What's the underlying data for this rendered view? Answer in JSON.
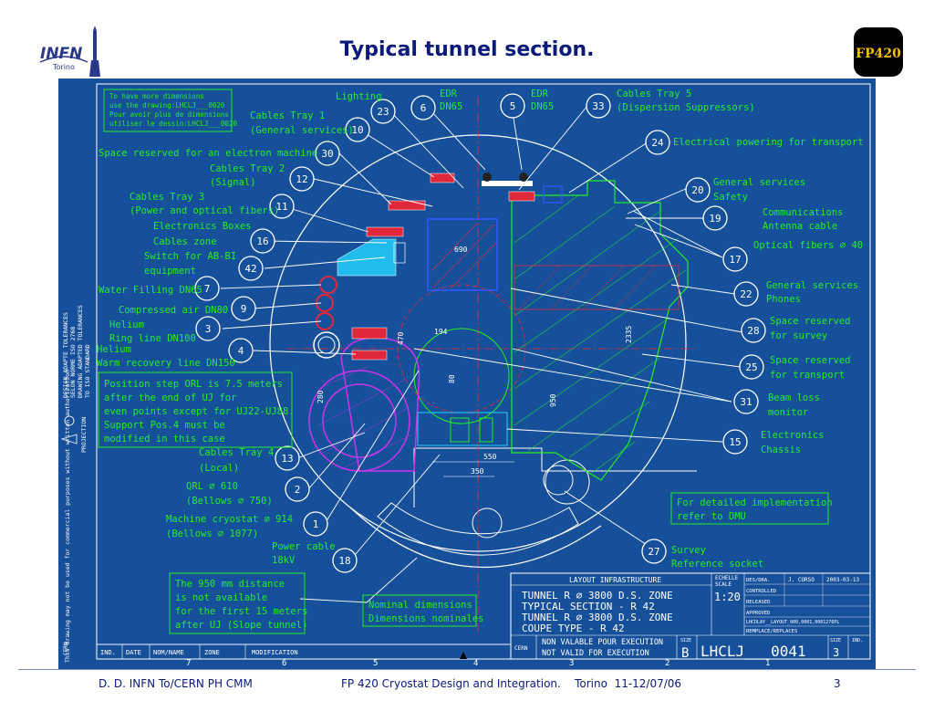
{
  "slide": {
    "title": "Typical tunnel section.",
    "footer_left": "D. D. INFN To/CERN PH CMM",
    "footer_center": "FP 420 Cryostat Design and Integration.    Torino  11-12/07/06",
    "page_number": "3"
  },
  "logos": {
    "infn_text": "INFN",
    "infn_sub": "Torino",
    "fp420_text": "FP420"
  },
  "notes": {
    "top_left": [
      "To have more dimensions",
      "use the drawing:LHCLJ___0020",
      "Pour avoir plus de dimensions",
      "utiliser le dessin:LHCLJ___0020"
    ],
    "position_step": [
      "Position step ORL is 7.5 meters",
      "after the end of UJ for",
      "even points except for UJ22-UJ88.",
      "Support Pos.4 must be",
      "modified in this case"
    ],
    "distance": [
      "The 950 mm distance",
      "is not available",
      "for the first 15 meters",
      "after UJ (Slope tunnel)"
    ],
    "nominal": [
      "Nominal dimensions",
      "Dimensions nominales"
    ],
    "dmu": [
      "For detailed implementation",
      "refer to DMU"
    ]
  },
  "labels": {
    "lighting": "Lighting",
    "edr6": [
      "EDR",
      "DN65"
    ],
    "edr5": [
      "EDR",
      "DN65"
    ],
    "tray5": [
      "Cables Tray 5",
      "(Dispersion Suppressors)"
    ],
    "tray1": [
      "Cables Tray 1",
      "(General services)"
    ],
    "electron": "Space reserved for an electron machine",
    "electrical": "Electrical powering for transport",
    "tray2": [
      "Cables Tray 2",
      "(Signal)"
    ],
    "general_safety": [
      "General services",
      "Safety"
    ],
    "tray3": [
      "Cables Tray 3",
      "(Power and optical fibers)"
    ],
    "communications": [
      "Communications",
      "Antenna cable"
    ],
    "electronics": [
      "Electronics Boxes",
      "Cables zone"
    ],
    "optical": "Optical fibers ∅ 40",
    "switch": [
      "Switch for AB-BI",
      "equipment"
    ],
    "water": "Water Filling DN65",
    "phones": [
      "General services",
      "Phones"
    ],
    "compressed": "Compressed air DN80",
    "helium_ring": [
      "Helium",
      "Ring line DN100"
    ],
    "survey_space": [
      "Space reserved",
      "for survey"
    ],
    "helium_warm": [
      "Helium",
      "Warm recovery line DN150"
    ],
    "transport_space": [
      "Space reserved",
      "for transport"
    ],
    "beam_loss": [
      "Beam loss",
      "monitor"
    ],
    "chassis": [
      "Electronics",
      "Chassis"
    ],
    "tray4": [
      "Cables Tray 4",
      "(Local)"
    ],
    "qrl": [
      "QRL ∅ 610",
      "(Bellows ∅ 750)"
    ],
    "cryostat": [
      "Machine cryostat ∅ 914",
      "(Bellows ∅ 1077)"
    ],
    "power_cable": [
      "Power cable",
      "18kV"
    ],
    "survey_socket": [
      "Survey",
      "Reference socket"
    ]
  },
  "callouts": [
    "23",
    "6",
    "5",
    "33",
    "10",
    "24",
    "30",
    "12",
    "20",
    "11",
    "19",
    "16",
    "17",
    "42",
    "7",
    "22",
    "9",
    "3",
    "28",
    "4",
    "25",
    "31",
    "15",
    "13",
    "2",
    "1",
    "18",
    "27"
  ],
  "dimensions": [
    "690",
    "470",
    "194",
    "2335",
    "80",
    "950",
    "280",
    "550",
    "350"
  ],
  "title_block": {
    "infrastructure": "LAYOUT INFRASTRUCTURE",
    "scale_label": [
      "ECHELLE",
      "SCALE"
    ],
    "scale": "1:20",
    "roles": [
      "DES/DRA.",
      "CONTROLLED",
      "RELEASED",
      "APPROVED",
      "REMPLACE/REPLACES"
    ],
    "author": "J. CORSO",
    "date": "2003-03-13",
    "file": "LHCDLAY__LAYOUT_000,0001,0001276PL",
    "desc": [
      "TUNNEL R ∅ 3800 D.S. ZONE",
      "TYPICAL SECTION - R 42",
      "TUNNEL R ∅ 3800 D.S. ZONE",
      "COUPE TYPE - R 42"
    ],
    "exec": [
      "NON VALABLE POUR EXECUTION",
      "NOT VALID FOR EXECUTION"
    ],
    "size_label": "SIZE",
    "size_value": "B",
    "drawing_number": "LHCLJ___0041",
    "index_label": "IND.",
    "index_value": "3",
    "cern": "CERN",
    "revision_headers": [
      "IND.",
      "DATE",
      "NOM/NAME",
      "ZONE",
      "MODIFICATION"
    ],
    "grid_numbers": [
      "7",
      "6",
      "5",
      "4",
      "3",
      "2",
      "1"
    ]
  },
  "side_text": {
    "tolerances": [
      "DESIGN ADAPTE TOLERANCES",
      "SELON NORME ISO 2768",
      "DRAWING ADAPTED TOLERANCES",
      "TO ISO STANDARD"
    ],
    "projection": "PROJECTION",
    "copyright": "This drawing may not be used for commercial purposes without written authorization"
  },
  "colors": {
    "drawing_bg": "#17509a",
    "line_green": "#22ee22",
    "line_white": "#ffffff",
    "cryostat_magenta": "#cc33ee",
    "tray_red": "#e0283a",
    "title_blue": "#0a1a7a"
  }
}
